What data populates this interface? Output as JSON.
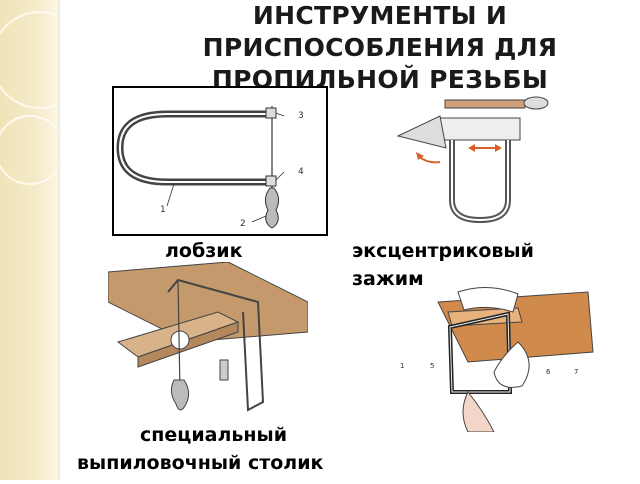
{
  "slide": {
    "title_line1": "ИНСТРУМЕНТЫ И",
    "title_line2": "ПРИСПОСОБЛЕНИЯ  ДЛЯ",
    "title_line3": "ПРОПИЛЬНОЙ РЕЗЬБЫ"
  },
  "figures": {
    "fretsaw": {
      "caption": "лобзик",
      "labels": [
        "1",
        "2",
        "3",
        "4"
      ]
    },
    "clamp": {
      "caption_line1": "эксцентриковый",
      "caption_line2": "зажим"
    },
    "table": {
      "caption_line1": "специальный",
      "caption_line2": "выпиловочный столик"
    },
    "sawing": {
      "labels": [
        "1",
        "5",
        "6",
        "7"
      ]
    }
  }
}
